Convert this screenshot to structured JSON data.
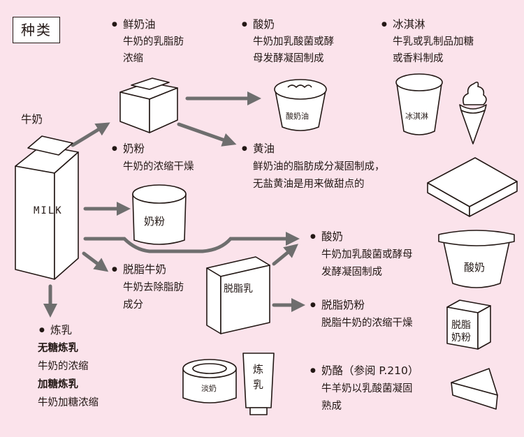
{
  "title": "种类",
  "milk_label": "牛奶",
  "nodes": {
    "fresh_cream": {
      "name": "鲜奶油",
      "desc": [
        "牛奶的乳脂肪",
        "浓缩"
      ]
    },
    "yogurt_top": {
      "name": "酸奶",
      "desc": [
        "牛奶加乳酸菌或酵",
        "母发酵凝固制成"
      ]
    },
    "ice_cream": {
      "name": "冰淇淋",
      "desc": [
        "牛乳或乳制品加糖",
        "或香料制成"
      ]
    },
    "milk_powder": {
      "name": "奶粉",
      "desc": [
        "牛奶的浓缩干燥"
      ]
    },
    "butter": {
      "name": "黄油",
      "desc": [
        "鲜奶油的脂肪成分凝固制成，",
        "无盐黄油是用来做甜点的"
      ]
    },
    "yogurt_mid": {
      "name": "酸奶",
      "desc": [
        "牛奶加乳酸菌或酵母",
        "发酵凝固制成"
      ]
    },
    "skim_milk": {
      "name": "脱脂牛奶",
      "desc": [
        "牛奶去除脂肪",
        "成分"
      ]
    },
    "skim_powder": {
      "name": "脱脂奶粉",
      "desc": [
        "脱脂牛奶的浓缩干燥"
      ]
    },
    "condensed": {
      "name": "炼乳",
      "unsweet": "无糖炼乳",
      "unsweet_desc": "牛奶的浓缩",
      "sweet": "加糖炼乳",
      "sweet_desc": "牛奶加糖浓缩"
    },
    "cheese": {
      "name": "奶酪（参阅 P.210）",
      "desc": [
        "牛羊奶以乳酸菌凝固",
        "熟成"
      ]
    }
  },
  "package_labels": {
    "milk_carton": "MILK",
    "yogurt_cup": "酸奶油",
    "ice_cream_cup": "冰淇淋",
    "powder_can": "奶粉",
    "skim_box": "脱脂乳",
    "yogurt_tub": "酸奶",
    "skim_powder_box": [
      "脱脂",
      "奶粉"
    ],
    "condensed_can": "淡奶",
    "condensed_tube": [
      "炼",
      "乳"
    ]
  },
  "colors": {
    "background": "#fbe3eb",
    "arrow": "#6e6e6e",
    "ink": "#231815"
  }
}
